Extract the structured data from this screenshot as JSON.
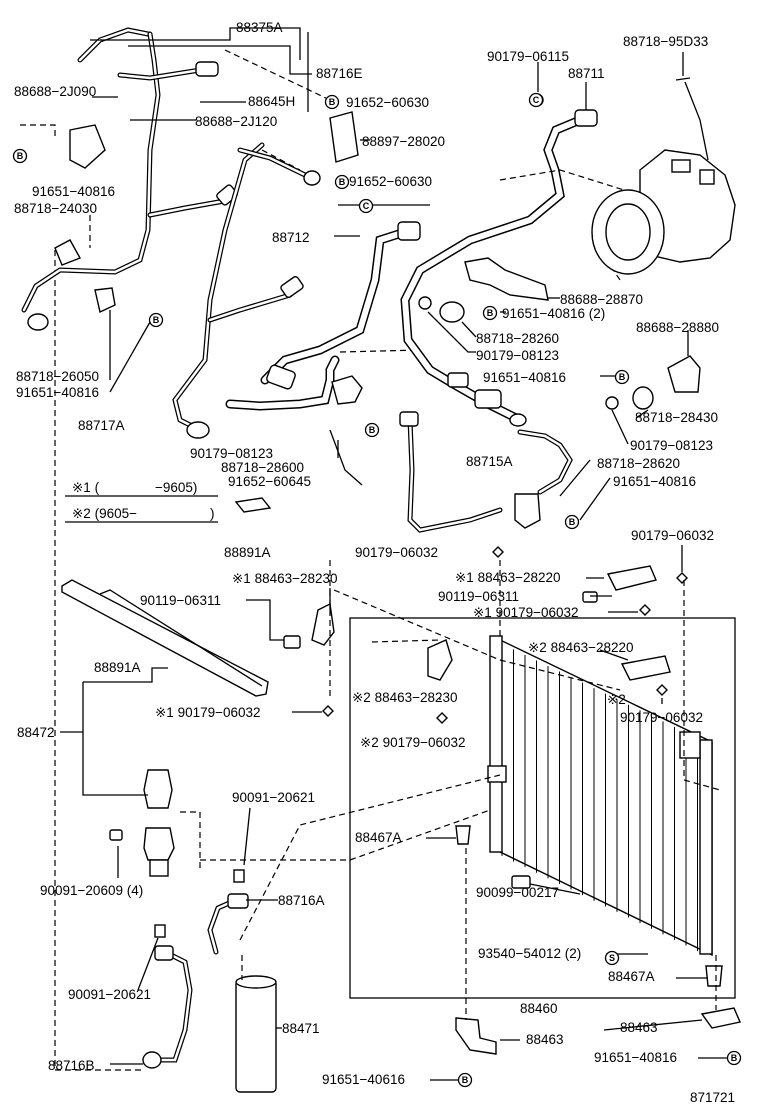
{
  "labels": [
    {
      "id": "l1",
      "text": "88375A"
    },
    {
      "id": "l2",
      "text": "88716E"
    },
    {
      "id": "l3",
      "text": "88688−2J090"
    },
    {
      "id": "l4",
      "text": "88645H"
    },
    {
      "id": "l5",
      "text": "91652−60630"
    },
    {
      "id": "l6",
      "text": "88688−2J120"
    },
    {
      "id": "l7",
      "text": "90179−06115"
    },
    {
      "id": "l8",
      "text": "88718−95D33"
    },
    {
      "id": "l9",
      "text": "88711"
    },
    {
      "id": "l10",
      "text": "88897−28020"
    },
    {
      "id": "l11",
      "text": "91652−60630"
    },
    {
      "id": "l12",
      "text": "91651−40816"
    },
    {
      "id": "l13",
      "text": "88718−24030"
    },
    {
      "id": "l14",
      "text": "88712"
    },
    {
      "id": "l15",
      "text": "88688−28870"
    },
    {
      "id": "l16",
      "text": "91651−40816 (2)"
    },
    {
      "id": "l17",
      "text": "88688−28880"
    },
    {
      "id": "l18",
      "text": "88718−28260"
    },
    {
      "id": "l19",
      "text": "90179−08123"
    },
    {
      "id": "l20",
      "text": "88718−26050"
    },
    {
      "id": "l21",
      "text": "91651−40816"
    },
    {
      "id": "l22",
      "text": "91651−40816"
    },
    {
      "id": "l23",
      "text": "88718−28430"
    },
    {
      "id": "l24",
      "text": "90179−08123"
    },
    {
      "id": "l25",
      "text": "88717A"
    },
    {
      "id": "l26",
      "text": "90179−08123"
    },
    {
      "id": "l27",
      "text": "88718−28600"
    },
    {
      "id": "l28",
      "text": "88715A"
    },
    {
      "id": "l29",
      "text": "88718−28620"
    },
    {
      "id": "l30",
      "text": "91652−60645"
    },
    {
      "id": "l31",
      "text": "91651−40816"
    },
    {
      "id": "l32",
      "text": "※1 ("
    },
    {
      "id": "l33",
      "text": "−9605)"
    },
    {
      "id": "l34",
      "text": "※2 (9605−"
    },
    {
      "id": "l35",
      "text": ")"
    },
    {
      "id": "l36",
      "text": "88891A"
    },
    {
      "id": "l37",
      "text": "90179−06032"
    },
    {
      "id": "l38",
      "text": "90179−06032"
    },
    {
      "id": "l39",
      "text": "※1 88463−28230"
    },
    {
      "id": "l40",
      "text": "※1 88463−28220"
    },
    {
      "id": "l41",
      "text": "90119−06311"
    },
    {
      "id": "l42",
      "text": "90119−06311"
    },
    {
      "id": "l43",
      "text": "※1 90179−06032"
    },
    {
      "id": "l44",
      "text": "88891A"
    },
    {
      "id": "l45",
      "text": "※2 88463−28220"
    },
    {
      "id": "l46",
      "text": "※2"
    },
    {
      "id": "l47",
      "text": "88472"
    },
    {
      "id": "l48",
      "text": "※2 88463−28230"
    },
    {
      "id": "l49",
      "text": "90179−06032"
    },
    {
      "id": "l50",
      "text": "※1 90179−06032"
    },
    {
      "id": "l51",
      "text": "※2 90179−06032"
    },
    {
      "id": "l52",
      "text": "90091−20621"
    },
    {
      "id": "l53",
      "text": "88467A"
    },
    {
      "id": "l54",
      "text": "90091−20609 (4)"
    },
    {
      "id": "l55",
      "text": "88716A"
    },
    {
      "id": "l56",
      "text": "90099−00217"
    },
    {
      "id": "l57",
      "text": "93540−54012 (2)"
    },
    {
      "id": "l58",
      "text": "88467A"
    },
    {
      "id": "l59",
      "text": "90091−20621"
    },
    {
      "id": "l60",
      "text": "88460"
    },
    {
      "id": "l61",
      "text": "88471"
    },
    {
      "id": "l62",
      "text": "88463"
    },
    {
      "id": "l63",
      "text": "88463"
    },
    {
      "id": "l64",
      "text": "91651−40816"
    },
    {
      "id": "l65",
      "text": "88716B"
    },
    {
      "id": "l66",
      "text": "91651−40616"
    },
    {
      "id": "l67",
      "text": "871721"
    }
  ],
  "marks": {
    "b": "B",
    "c": "C",
    "s": "S"
  }
}
